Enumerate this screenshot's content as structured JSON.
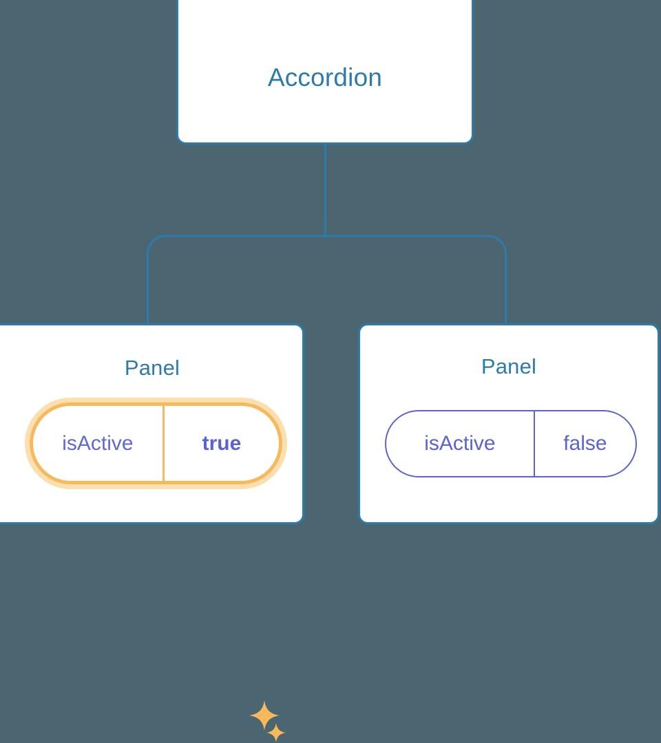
{
  "diagram": {
    "type": "component-tree",
    "background_color": "#4c6671",
    "node_border_color": "#2e7bab",
    "node_title_color": "#2e7bab",
    "connector_color": "#2e7bab",
    "prop_text_color": "#5b63d3",
    "highlight_color": "#f7b95c",
    "highlight_glow_color": "#fbdfae",
    "root": {
      "title": "Accordion"
    },
    "children": [
      {
        "title": "Panel",
        "highlighted": true,
        "prop": {
          "key": "isActive",
          "value": "true"
        },
        "sparkles": [
          "sparkle-icon",
          "sparkle-icon"
        ]
      },
      {
        "title": "Panel",
        "highlighted": false,
        "prop": {
          "key": "isActive",
          "value": "false"
        }
      }
    ]
  }
}
